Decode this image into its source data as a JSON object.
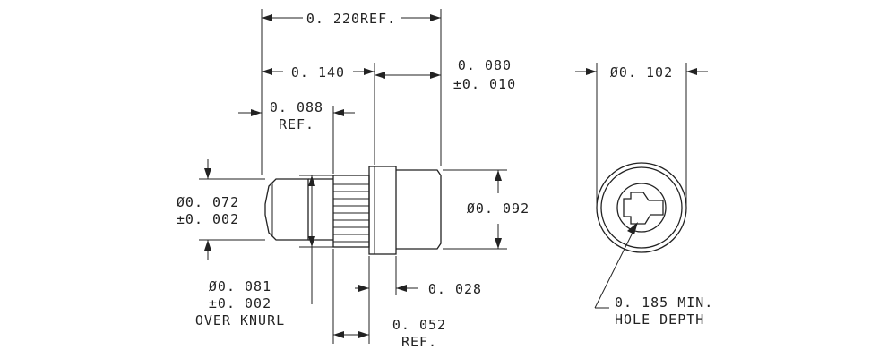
{
  "dimensions": {
    "overall_length": "0. 220REF.",
    "body_length": "0. 140",
    "head_length_1": "0. 080",
    "head_length_2": "±0. 010",
    "tip_length_1": "0. 088",
    "tip_length_2": "REF.",
    "tip_dia_1": "Ø0. 072",
    "tip_dia_2": "±0. 002",
    "head_dia": "Ø0. 092",
    "knurl_dia_1": "Ø0. 081",
    "knurl_dia_2": "±0. 002",
    "knurl_dia_3": "OVER KNURL",
    "flange_width": "0. 028",
    "knurl_length_1": "0. 052",
    "knurl_length_2": "REF.",
    "end_dia": "Ø0. 102",
    "hole_depth_1": "0. 185 MIN.",
    "hole_depth_2": "HOLE DEPTH"
  }
}
